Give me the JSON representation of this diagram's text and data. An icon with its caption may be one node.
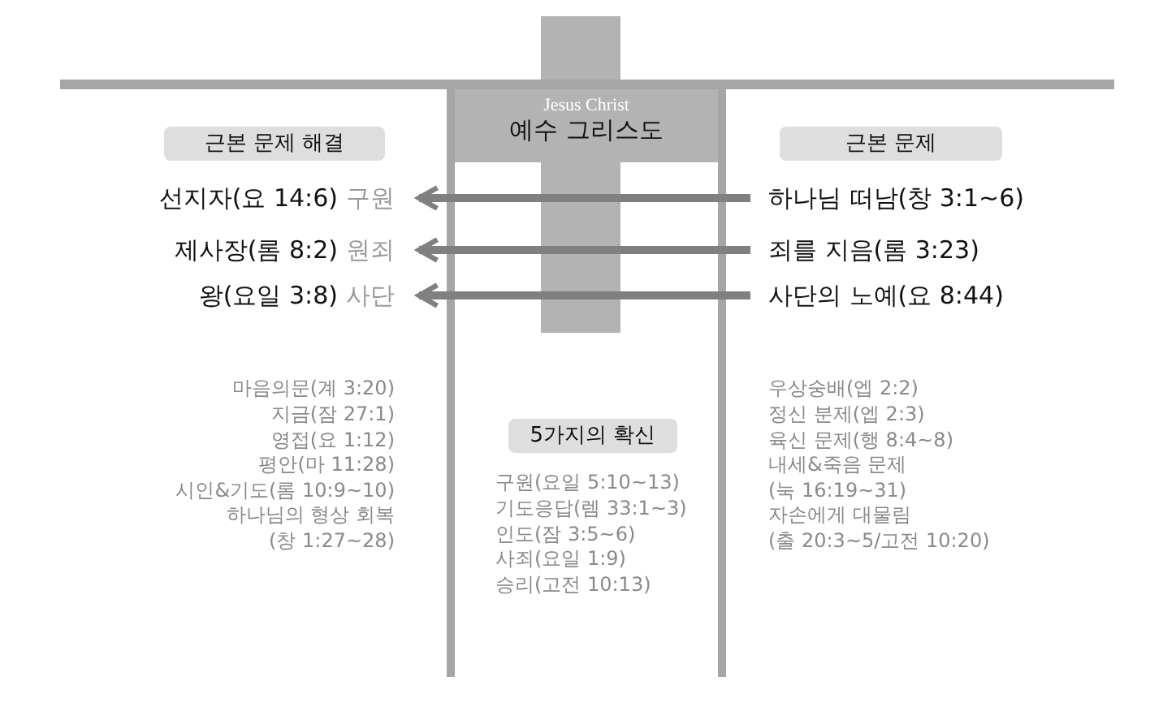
{
  "diagram": {
    "nodes": [
      {
        "text": [
          "Jesus Christ",
          "예수 그리스도"
        ]
      },
      {
        "text": [
          "근본 문제 해결"
        ]
      },
      {
        "text": [
          "선지자(요 14:6)",
          "구원"
        ]
      },
      {
        "text": [
          "제사장(롬 8:2)",
          "원죄"
        ]
      },
      {
        "text": [
          "왕(요일 3:8)",
          "사단"
        ]
      },
      {
        "text": [
          "근본 문제"
        ]
      },
      {
        "text": [
          "하나님 떠남(창 3:1~6)"
        ]
      },
      {
        "text": [
          "죄를 지음(롬 3:23)"
        ]
      },
      {
        "text": [
          "사단의 노예(요 8:44)"
        ]
      },
      {
        "text": [
          "5가지의 확신"
        ]
      }
    ],
    "edges": [
      {
        "from": 6,
        "to": 2,
        "arrow": "to"
      },
      {
        "from": 7,
        "to": 3,
        "arrow": "to"
      },
      {
        "from": 8,
        "to": 4,
        "arrow": "to"
      }
    ],
    "labels": [
      "마음의문(계 3:20)",
      "지금(잠 27:1)",
      "영접(요 1:12)",
      "평안(마 11:28)",
      "시인&기도(롬 10:9~10)",
      "하나님의 형상 회복",
      "(창 1:27~28)",
      "구원(요일 5:10~13)",
      "기도응답(렘 33:1~3)",
      "인도(잠 3:5~6)",
      "사죄(요일 1:9)",
      "승리(고전 10:13)",
      "우상숭배(엡 2:2)",
      "정신 분제(엡 2:3)",
      "육신 문제(행 8:4~8)",
      "내세&죽음 문제",
      "(눅 16:19~31)",
      "자손에게 대물림",
      "(출 20:3~5/고전 10:20)"
    ]
  }
}
